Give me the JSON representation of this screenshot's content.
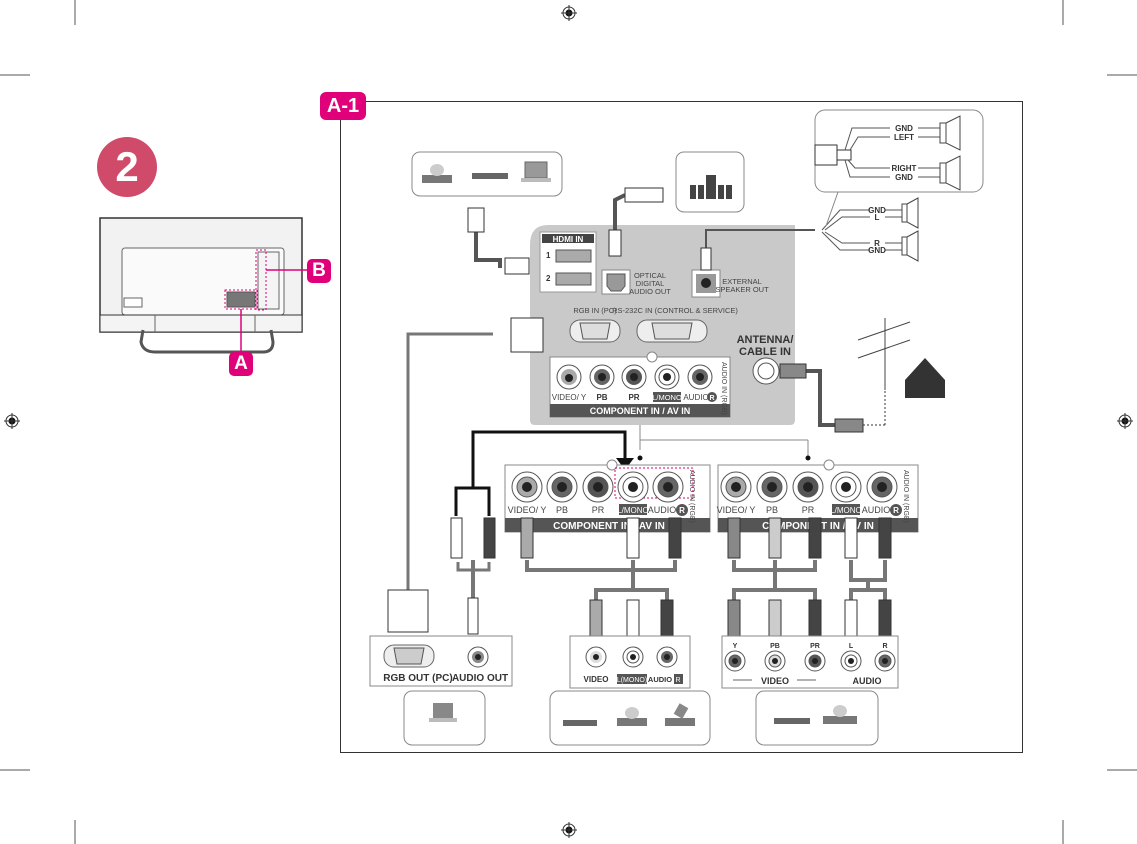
{
  "step": {
    "number": "2",
    "color": "#d04a6a"
  },
  "accent_color": "#e0007a",
  "tv_callouts": {
    "a": "A",
    "b": "B"
  },
  "section_label": "A-1",
  "panel": {
    "hdmi_title": "HDMI IN",
    "hdmi_ports": [
      "1",
      "2"
    ],
    "optical": [
      "OPTICAL",
      "DIGITAL",
      "AUDIO OUT"
    ],
    "speaker_out": [
      "EXTERNAL",
      "SPEAKER OUT"
    ],
    "rgb_in": "RGB IN (PC)",
    "rs232c": "RS-232C IN (CONTROL & SERVICE)",
    "antenna": [
      "ANTENNA/",
      "CABLE IN"
    ],
    "component_labels": [
      "VIDEO/ Y",
      "PB",
      "PR",
      "L/MONO",
      "AUDIO",
      "R"
    ],
    "component_side": "AUDIO IN (RGB)",
    "component_bar": "COMPONENT IN / AV IN"
  },
  "speaker_diagram": {
    "top": [
      "GND",
      "LEFT",
      "RIGHT",
      "GND"
    ],
    "bottom": [
      "GND",
      "L",
      "R",
      "GND"
    ]
  },
  "devices": {
    "pc_out": {
      "rgb": "RGB OUT (PC)",
      "audio": "AUDIO OUT"
    },
    "av_out": {
      "video": "VIDEO",
      "lmono": "L(MONO)",
      "audio": "AUDIO",
      "r": "R"
    },
    "component_out": {
      "y": "Y",
      "pb": "PB",
      "pr": "PR",
      "l": "L",
      "r": "R",
      "video": "VIDEO",
      "audio": "AUDIO"
    }
  }
}
